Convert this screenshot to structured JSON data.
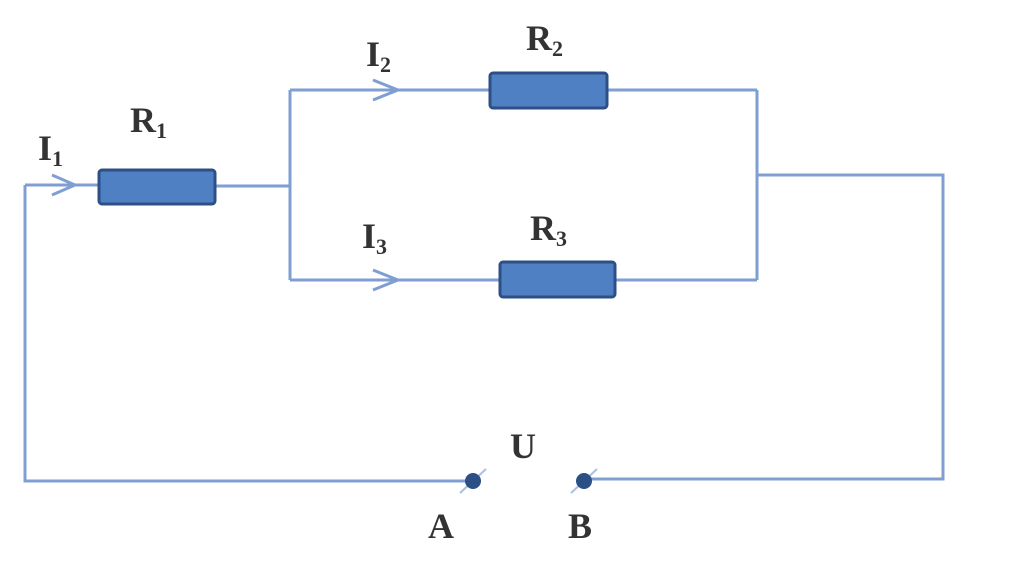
{
  "colors": {
    "wire": "#7f9fd2",
    "resistor_fill": "#4f80c4",
    "resistor_border": "#2c4f86",
    "terminal": "#2c4f86",
    "text": "#333333"
  },
  "labels": {
    "i1": {
      "main": "I",
      "sub": "1"
    },
    "r1": {
      "main": "R",
      "sub": "1"
    },
    "i2": {
      "main": "I",
      "sub": "2"
    },
    "r2": {
      "main": "R",
      "sub": "2"
    },
    "i3": {
      "main": "I",
      "sub": "3"
    },
    "r3": {
      "main": "R",
      "sub": "3"
    },
    "u": "U",
    "a": "A",
    "b": "B"
  }
}
